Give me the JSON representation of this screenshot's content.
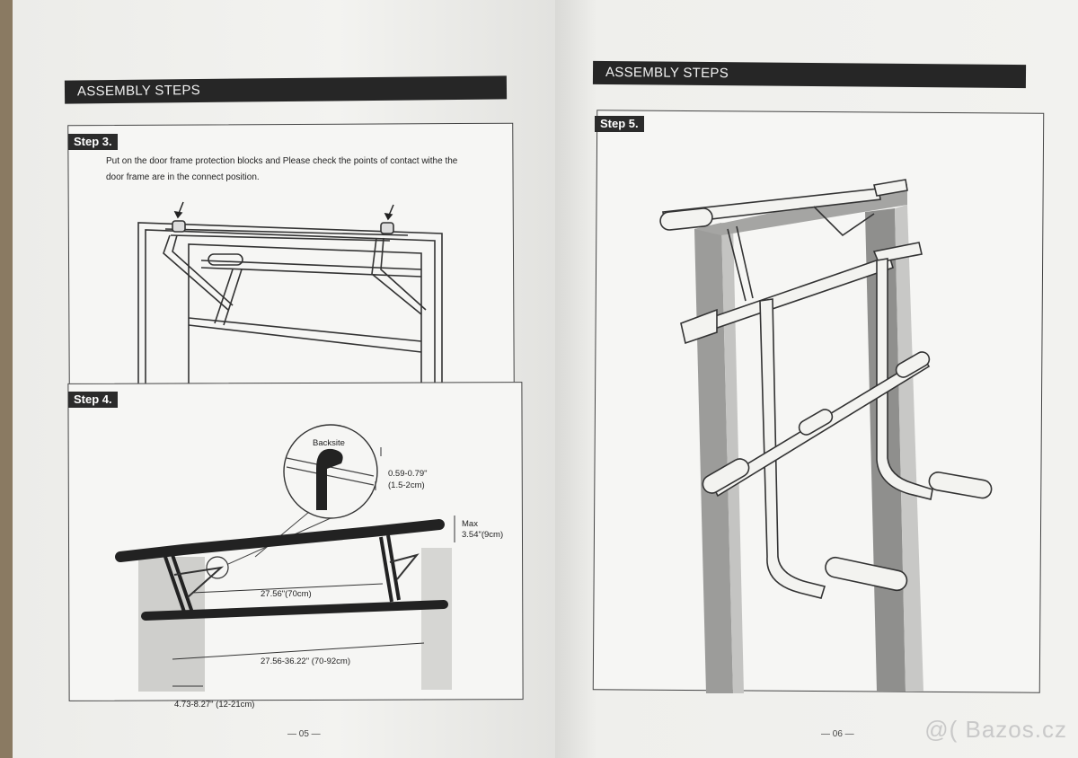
{
  "left_page": {
    "banner": "ASSEMBLY STEPS",
    "step3": {
      "tag": "Step 3.",
      "instruction_line1": "Put on the door frame protection blocks and Please check the points of contact withe the",
      "instruction_line2": "door frame are in the connect position."
    },
    "step4": {
      "tag": "Step 4.",
      "callout_title": "Backsite",
      "gap_inch": "0.59-0.79\"",
      "gap_cm": "(1.5-2cm)",
      "max_label": "Max",
      "max_value": "3.54\"(9cm)",
      "inner_width": "27.56\"(70cm)",
      "door_width": "27.56-36.22\" (70-92cm)",
      "frame_depth": "4.73-8.27\" (12-21cm)"
    },
    "page_number": "— 05 —"
  },
  "right_page": {
    "banner": "ASSEMBLY STEPS",
    "step5": {
      "tag": "Step 5."
    },
    "page_number": "— 06 —"
  },
  "watermark": "@( Bazos.cz"
}
